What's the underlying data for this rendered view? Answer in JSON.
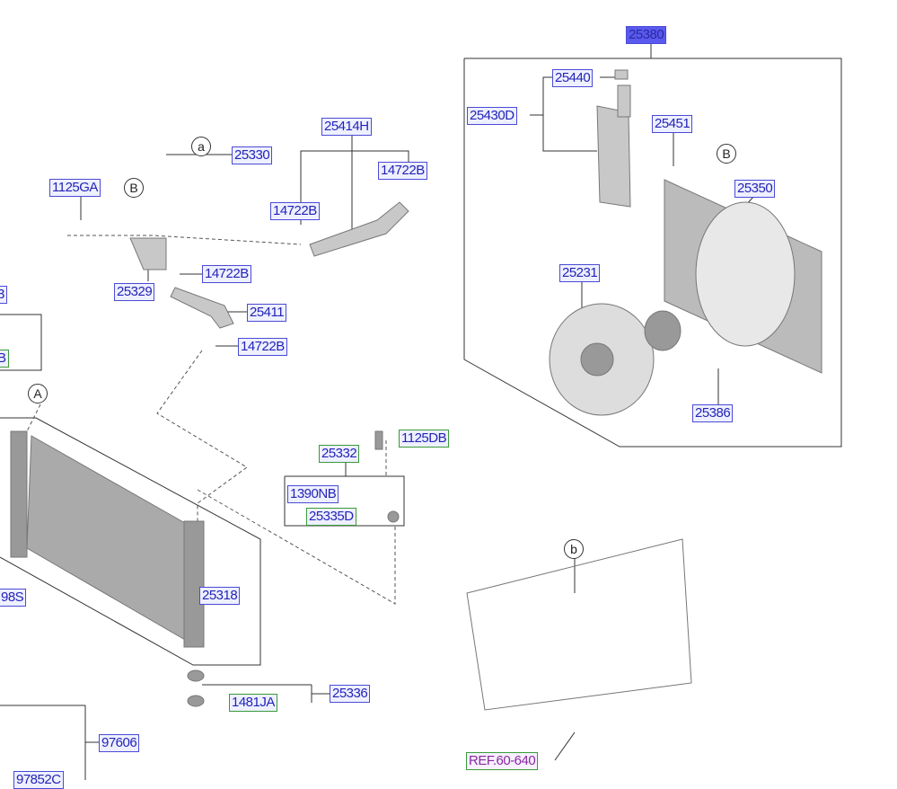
{
  "labels": {
    "p25380": "25380",
    "p25440": "25440",
    "p25430D": "25430D",
    "p25451": "25451",
    "p25350": "25350",
    "p25231": "25231",
    "p25386": "25386",
    "p25330": "25330",
    "p25414H": "25414H",
    "p14722B_a": "14722B",
    "p14722B_b": "14722B",
    "p14722B_c": "14722B",
    "p14722B_d": "14722B",
    "p1125GA": "1125GA",
    "p25329": "25329",
    "p25411": "25411",
    "p25332": "25332",
    "p1125DB": "1125DB",
    "p1390NB": "1390NB",
    "p25335D": "25335D",
    "p25318": "25318",
    "p25336": "25336",
    "p1481JA": "1481JA",
    "p97606": "97606",
    "p97852C": "97852C",
    "p98S": "98S",
    "p3": "3",
    "pB": "B",
    "ref": "REF.60-640"
  },
  "callouts": {
    "a": "a",
    "b": "b",
    "A": "A",
    "B1": "B",
    "B2": "B"
  }
}
